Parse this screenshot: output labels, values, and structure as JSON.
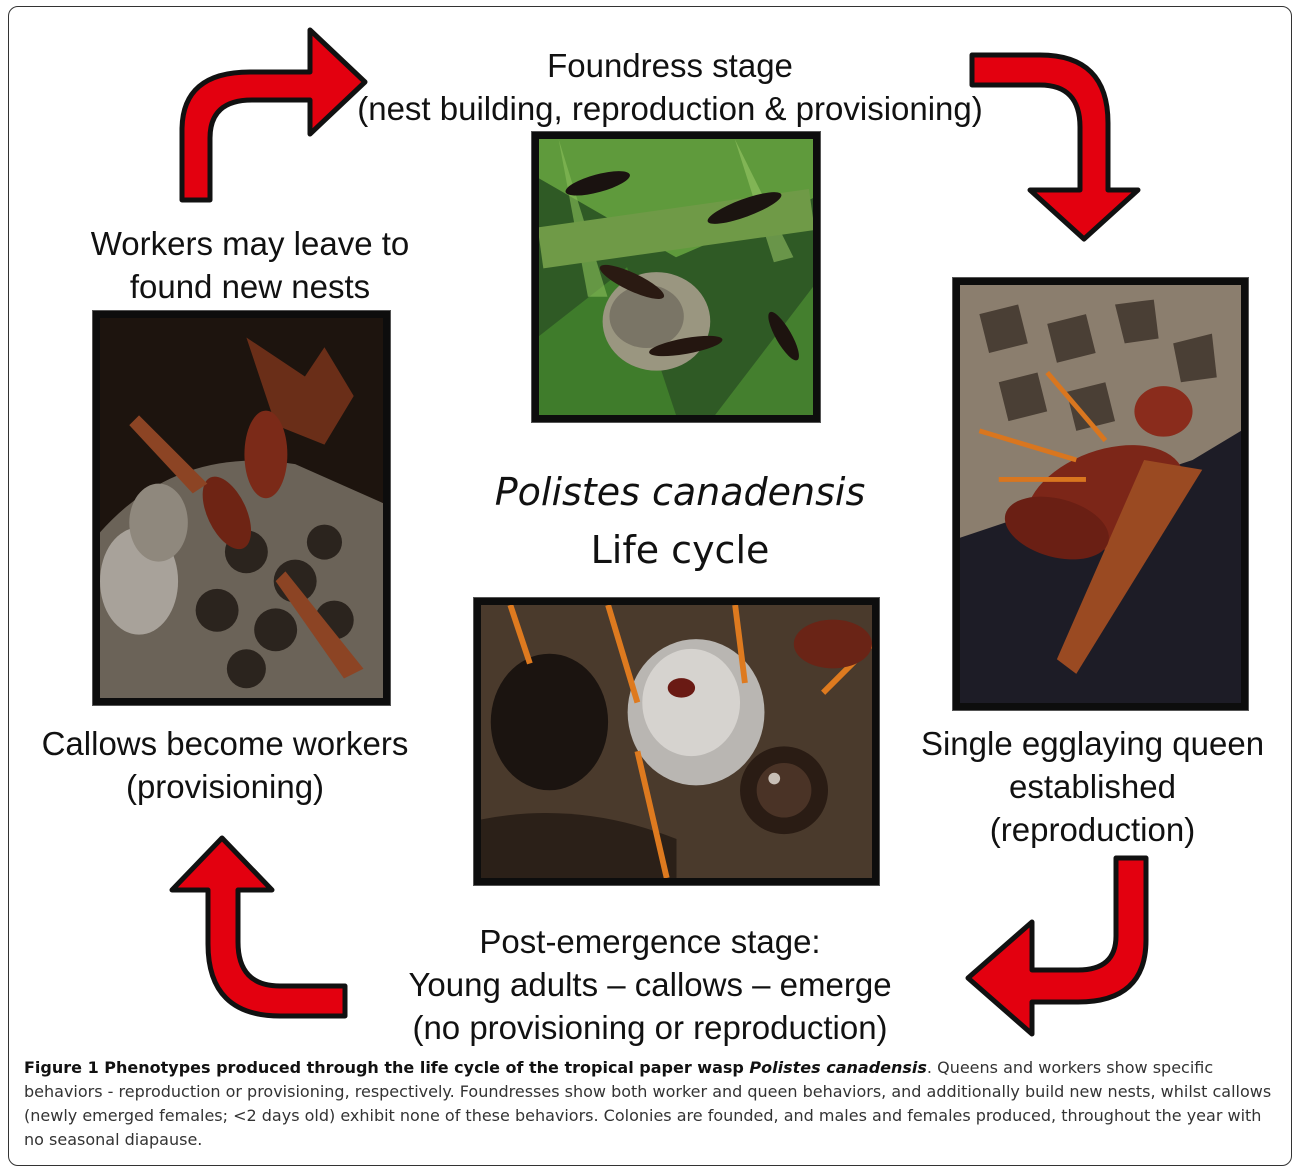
{
  "stages": {
    "foundress": {
      "line1": "Foundress stage",
      "line2": "(nest building, reproduction & provisioning)"
    },
    "workers_leave": {
      "line1": "Workers may leave to",
      "line2": "found new nests"
    },
    "callows_workers": {
      "line1": "Callows become workers",
      "line2": "(provisioning)"
    },
    "queen": {
      "line1": "Single egglaying queen",
      "line2": "established",
      "line3": "(reproduction)"
    },
    "post_emergence": {
      "line1": "Post-emergence stage:",
      "line2": "Young adults – callows – emerge",
      "line3": "(no provisioning or reproduction)"
    }
  },
  "center": {
    "species": "Polistes canadensis",
    "subtitle": "Life cycle"
  },
  "caption": {
    "heading": "Figure 1 Phenotypes produced through the life cycle of the tropical paper wasp ",
    "species": "Polistes canadensis",
    "body": ". Queens and workers show specific behaviors - reproduction or provisioning, respectively. Foundresses show both worker and queen behaviors, and additionally build new nests, whilst callows (newly emerged females; <2 days old) exhibit none of these behaviors. Colonies are founded, and males and females produced, throughout the year with no seasonal diapause."
  },
  "colors": {
    "arrow_fill": "#e3000f",
    "arrow_outline": "#111111",
    "photo_border": "#0d0d0d"
  },
  "icons": {
    "arrows": "curved-arrow-icon"
  }
}
